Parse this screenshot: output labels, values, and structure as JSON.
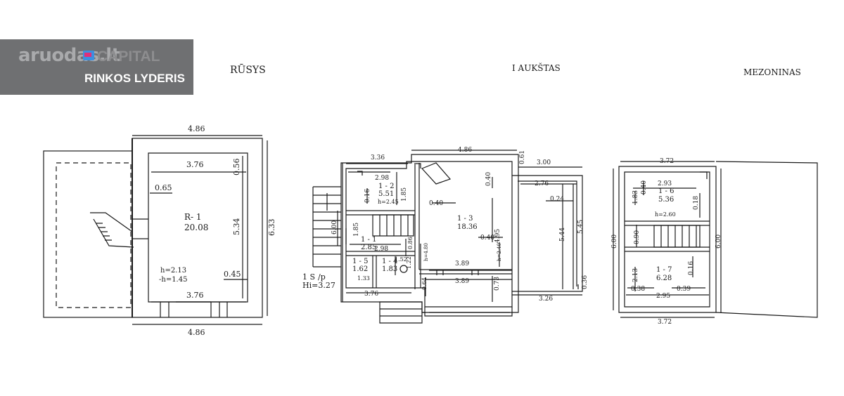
{
  "logo": {
    "watermark": "aruodas.lt",
    "brand": "CAPITAL",
    "tagline": "RINKOS LYDERIS",
    "brand_colors": [
      "#3d8fe0",
      "#e0307a"
    ]
  },
  "plans": {
    "basement": {
      "title": "RŪSYS",
      "dims": [
        "4.86",
        "3.76",
        "0.56",
        "0.65",
        "5.34",
        "6.33",
        "0.45",
        "3.76",
        "4.86"
      ],
      "room": {
        "id": "R- 1",
        "area": "20.08"
      },
      "heights": [
        "h=2.13",
        "-h=1.45"
      ]
    },
    "ground": {
      "title": "I AUKŠTAS",
      "dims": [
        "3.36",
        "4.86",
        "0.61",
        "3.00",
        "2.76",
        "0.24",
        "5.45",
        "5.44",
        "0.36",
        "3.26",
        "2.98",
        "1.85",
        "0.16",
        "0.40",
        "0.40",
        "4.95",
        "0.40",
        "6.00",
        "1.85",
        "2.98",
        "0.86",
        "1.22",
        "1.52",
        "0.64",
        "3.89",
        "3.89",
        "0.73",
        "3.76",
        "1.33"
      ],
      "rooms": [
        {
          "id": "1 - 2",
          "area": "5.51",
          "height": "h=2.45"
        },
        {
          "id": "1 - 3",
          "area": "18.36"
        },
        {
          "id": "1 - 1",
          "area": "2.85"
        },
        {
          "id": "1 - 5",
          "area": "1.62"
        },
        {
          "id": "1 - 4",
          "area": "1.83"
        }
      ],
      "heights": [
        "h=4.80",
        "h=2.40"
      ],
      "footnote": [
        "1 S",
        "/p",
        "Hi=3.27"
      ]
    },
    "mezzanine": {
      "title": "MEZONINAS",
      "dims": [
        "3.72",
        "2.93",
        "0.40",
        "1.83",
        "0.18",
        "6.00",
        "0.90",
        "6.00",
        "2.13",
        "0.16",
        "0.38",
        "0.39",
        "2.95",
        "3.72"
      ],
      "rooms": [
        {
          "id": "1 - 6",
          "area": "5.36",
          "height": "h=2.60"
        },
        {
          "id": "1 - 7",
          "area": "6.28"
        }
      ]
    }
  }
}
